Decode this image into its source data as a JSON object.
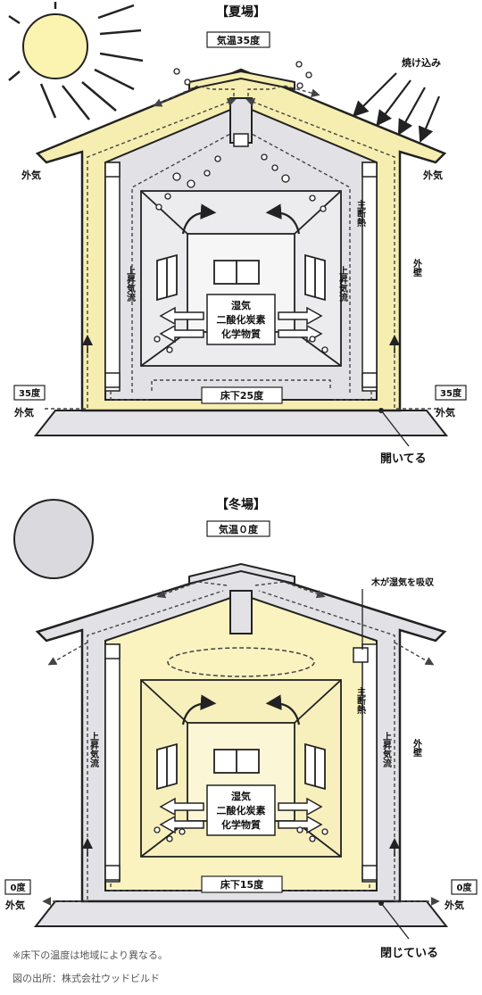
{
  "summer": {
    "title": "【夏場】",
    "air_temp": "気温35度",
    "radiant_heat": "焼け込み",
    "outside_air": "外気",
    "outdoor_temp": "35度",
    "main_insulation": "主断熱",
    "outer_wall": "外壁",
    "rising_air_layer": "上昇気流",
    "moisture": "湿気",
    "co2": "二酸化炭素",
    "chemicals": "化学物質",
    "underfloor": "床下25度",
    "vent_state": "開いてる"
  },
  "winter": {
    "title": "【冬場】",
    "air_temp": "気温０度",
    "wood_absorbs": "木が湿気を吸収",
    "outside_air": "外気",
    "outdoor_temp": "0度",
    "main_insulation": "主断熱",
    "outer_wall": "外壁",
    "rising_air_layer": "上昇気流",
    "moisture": "湿気",
    "co2": "二酸化炭素",
    "chemicals": "化学物質",
    "underfloor": "床下15度",
    "vent_state": "閉じている"
  },
  "footnote": "※床下の温度は地域により異なる。",
  "source": "図の出所：株式会社ウッドビルド",
  "colors": {
    "insulation_yellow": "#f6eeb0",
    "interior_gray": "#e2e2e6",
    "winter_interior_yellow": "#faf3c0",
    "sun_yellow": "#fbf3b0",
    "winter_sun_gray": "#dadade"
  }
}
